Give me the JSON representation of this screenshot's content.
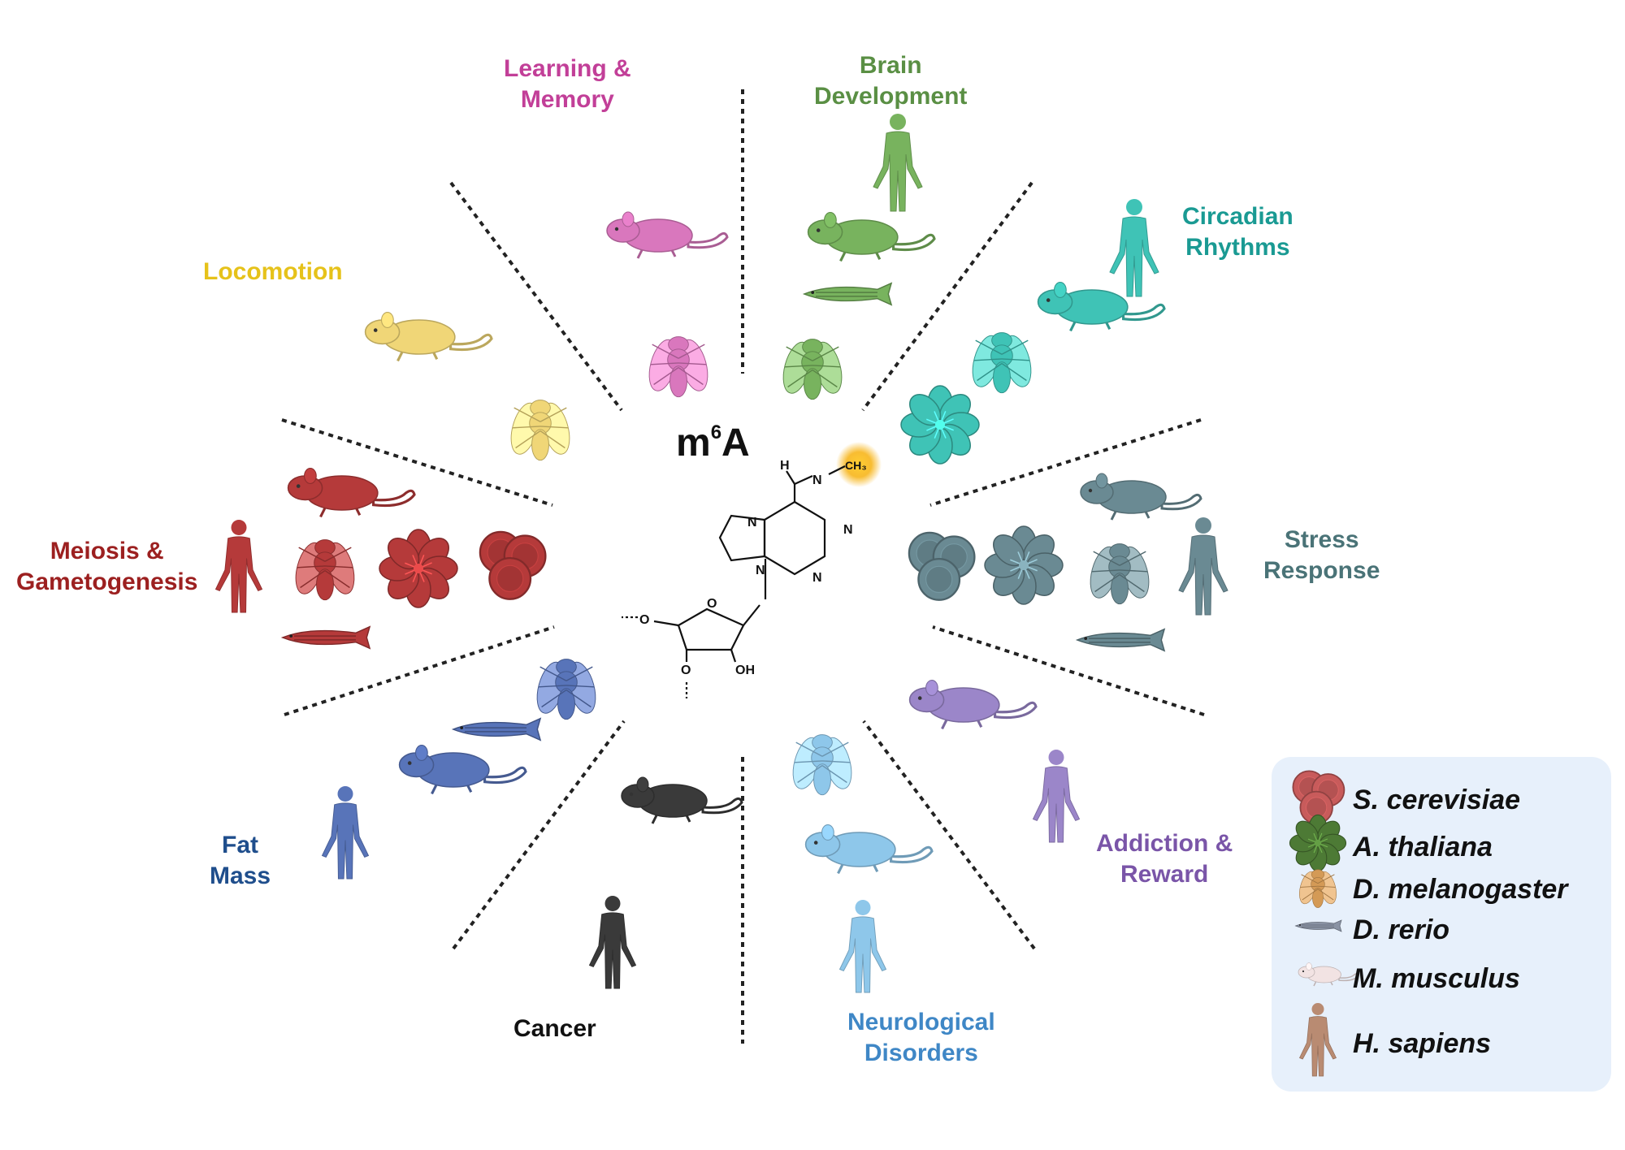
{
  "center": {
    "title_base": "m",
    "title_sup": "6",
    "title_tail": "A"
  },
  "molecule": {
    "labels": {
      "H": "H",
      "N_amine": "N",
      "CH3": "CH₃",
      "N1": "N",
      "N3": "N",
      "N7": "N",
      "N9": "N",
      "O_ring": "O",
      "O5": "O",
      "O3": "O",
      "OH": "OH"
    }
  },
  "categories": [
    {
      "id": "learning",
      "lines": [
        "Learning &",
        "Memory"
      ],
      "color": "#c23f98"
    },
    {
      "id": "brain",
      "lines": [
        "Brain",
        "Development"
      ],
      "color": "#5a8f44"
    },
    {
      "id": "circadian",
      "lines": [
        "Circadian",
        "Rhythms"
      ],
      "color": "#1a9a93"
    },
    {
      "id": "stress",
      "lines": [
        "Stress",
        "Response"
      ],
      "color": "#4a7377"
    },
    {
      "id": "addiction",
      "lines": [
        "Addiction &",
        "Reward"
      ],
      "color": "#7a55a8"
    },
    {
      "id": "neuro",
      "lines": [
        "Neurological",
        "Disorders"
      ],
      "color": "#3f87c6"
    },
    {
      "id": "cancer",
      "lines": [
        "Cancer"
      ],
      "color": "#111111"
    },
    {
      "id": "fat",
      "lines": [
        "Fat",
        "Mass"
      ],
      "color": "#1f4e8c"
    },
    {
      "id": "meiosis",
      "lines": [
        "Meiosis &",
        "Gametogenesis"
      ],
      "color": "#9c2020"
    },
    {
      "id": "locomotion",
      "lines": [
        "Locomotion"
      ],
      "color": "#e6c21a"
    }
  ],
  "organism_colors": {
    "learning": "#d977bd",
    "brain": "#78b35e",
    "circadian": "#3fc3b6",
    "stress": "#6a8a93",
    "addiction": "#9b86c9",
    "neuro": "#8ec7ea",
    "cancer": "#3a3a3a",
    "fat": "#5874b9",
    "meiosis": "#b53a3a",
    "locomotion": "#f0d677",
    "highlight": "#f7b51b"
  },
  "legend": {
    "items": [
      {
        "icon": "yeast-icon",
        "label": "S. cerevisiae",
        "color": "#c85b5b"
      },
      {
        "icon": "plant-icon",
        "label": "A. thaliana",
        "color": "#4d7a35"
      },
      {
        "icon": "fly-icon",
        "label": "D. melanogaster",
        "color": "#d49a56"
      },
      {
        "icon": "fish-icon",
        "label": "D. rerio",
        "color": "#8a93a4"
      },
      {
        "icon": "mouse-icon",
        "label": "M. musculus",
        "color": "#f2e3e3"
      },
      {
        "icon": "human-icon",
        "label": "H. sapiens",
        "color": "#b98b72"
      }
    ]
  }
}
